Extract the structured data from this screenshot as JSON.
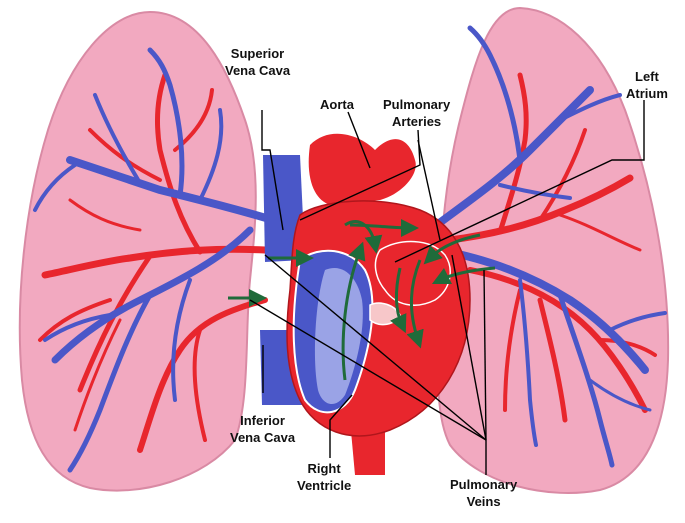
{
  "labels": {
    "superior_vena_cava": [
      "Superior",
      "Vena Cava"
    ],
    "aorta": "Aorta",
    "pulmonary_arteries": [
      "Pulmonary",
      "Arteries"
    ],
    "left_atrium": [
      "Left",
      "Atrium"
    ],
    "inferior_vena_cava": [
      "Inferior",
      "Vena Cava"
    ],
    "right_ventricle": [
      "Right",
      "Ventricle"
    ],
    "pulmonary_veins": [
      "Pulmonary",
      "Veins"
    ]
  },
  "colors": {
    "lung": "#f2a9c0",
    "lung_edge": "#d98aa4",
    "artery_red": "#e8262d",
    "vein_blue": "#4a57c8",
    "deoxy_chamber": "#9aa3e6",
    "flow_arrow": "#1f6b3a",
    "label_text": "#111111",
    "leader_line": "#000000"
  }
}
